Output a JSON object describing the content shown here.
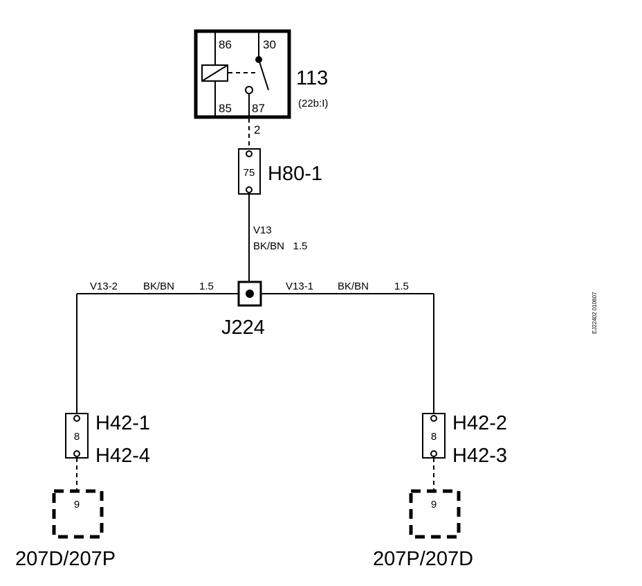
{
  "relay": {
    "id": "113",
    "ref": "(22b:I)",
    "pins": {
      "p86": "86",
      "p30": "30",
      "p85": "85",
      "p87": "87"
    }
  },
  "wire_2_label": "2",
  "fuse": {
    "id": "H80-1",
    "num": "75"
  },
  "wire_v13": {
    "name": "V13",
    "spec": "BK/BN   1.5"
  },
  "junction": {
    "id": "J224"
  },
  "wire_left": {
    "name": "V13-2",
    "spec": "BK/BN",
    "size": "1.5"
  },
  "wire_right": {
    "name": "V13-1",
    "spec": "BK/BN",
    "size": "1.5"
  },
  "connector_left": {
    "top": "H42-1",
    "bottom": "H42-4",
    "num": "8"
  },
  "connector_right": {
    "top": "H42-2",
    "bottom": "H42-3",
    "num": "8"
  },
  "component_left": {
    "num": "9",
    "label": "207D/207P"
  },
  "component_right": {
    "num": "9",
    "label": "207P/207D"
  },
  "doc_ref": "EJ22402 010607"
}
